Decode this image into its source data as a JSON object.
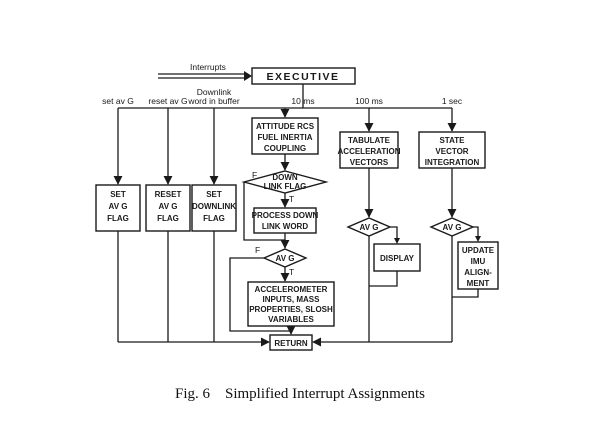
{
  "diagram": {
    "interrupts_label": "Interrupts",
    "executive": "EXECUTIVE",
    "column_labels": {
      "set_av_g": "set av G",
      "reset_av_g": "reset av G",
      "downlink": [
        "Downlink",
        "word in buffer"
      ],
      "ms10": "10 ms",
      "ms100": "100 ms",
      "sec1": "1 sec"
    },
    "boxes": {
      "set_av_g": [
        "SET",
        "AV G",
        "FLAG"
      ],
      "reset_av_g": [
        "RESET",
        "AV G",
        "FLAG"
      ],
      "set_downlink": [
        "SET",
        "DOWNLINK",
        "FLAG"
      ],
      "attitude": [
        "ATTITUDE RCS",
        "FUEL INERTIA",
        "COUPLING"
      ],
      "process_downlink": [
        "PROCESS DOWN",
        "LINK WORD"
      ],
      "accelerometer": [
        "ACCELEROMETER",
        "INPUTS, MASS",
        "PROPERTIES, SLOSH",
        "VARIABLES"
      ],
      "return": "RETURN",
      "tabulate": [
        "TABULATE",
        "ACCELERATION",
        "VECTORS"
      ],
      "display": "DISPLAY",
      "state_vector": [
        "STATE",
        "VECTOR",
        "INTEGRATION"
      ],
      "update_imu": [
        "UPDATE",
        "IMU",
        "ALIGN-",
        "MENT"
      ]
    },
    "decisions": {
      "downlink_flag": [
        "DOWN",
        "LINK FLAG"
      ],
      "av_g_1": "AV G",
      "av_g_2": "AV G",
      "av_g_3": "AV G"
    },
    "branch_labels": {
      "f": "F",
      "t": "T"
    },
    "caption": "Fig. 6    Simplified Interrupt Assignments"
  }
}
